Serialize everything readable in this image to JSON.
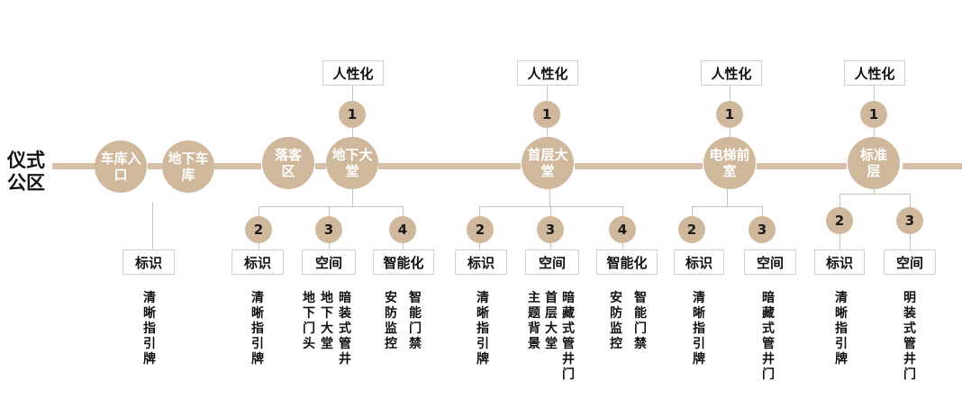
{
  "title": {
    "line1": "仪式",
    "line2": "公区"
  },
  "colors": {
    "accent": "#cfb89c",
    "line": "#d6c1a8",
    "connector": "#c9c2b8",
    "box_border": "#cfcfcf"
  },
  "nodes": [
    {
      "id": "garage-entrance",
      "label": "车库入口"
    },
    {
      "id": "underground-garage",
      "label": "地下车库"
    },
    {
      "id": "drop-off-zone",
      "label": "落客区"
    },
    {
      "id": "underground-lobby",
      "label": "地下大堂"
    },
    {
      "id": "ground-lobby",
      "label": "首层大堂"
    },
    {
      "id": "elevator-hall",
      "label": "电梯前室"
    },
    {
      "id": "standard-floor",
      "label": "标准层"
    }
  ],
  "top_label": "人性化",
  "numbers": {
    "n1": "1",
    "n2": "2",
    "n3": "3",
    "n4": "4"
  },
  "labels": {
    "signage": "标识",
    "space": "空间",
    "smart": "智能化"
  },
  "details": {
    "garage_signage": "清晰指引牌",
    "ulobby_signage": "清晰指引牌",
    "ulobby_space_a": "地下门头",
    "ulobby_space_b": "地下大堂",
    "ulobby_space_c": "暗装式管井",
    "ulobby_smart_a": "安防监控",
    "ulobby_smart_b": "智能门禁",
    "globby_signage": "清晰指引牌",
    "globby_space_a": "主题背景",
    "globby_space_b": "首层大堂",
    "globby_space_c": "暗藏式管井门",
    "globby_smart_a": "安防监控",
    "globby_smart_b": "智能门禁",
    "elev_signage": "清晰指引牌",
    "elev_space": "暗藏式管井门",
    "std_signage": "清晰指引牌",
    "std_space": "明装式管井门"
  }
}
